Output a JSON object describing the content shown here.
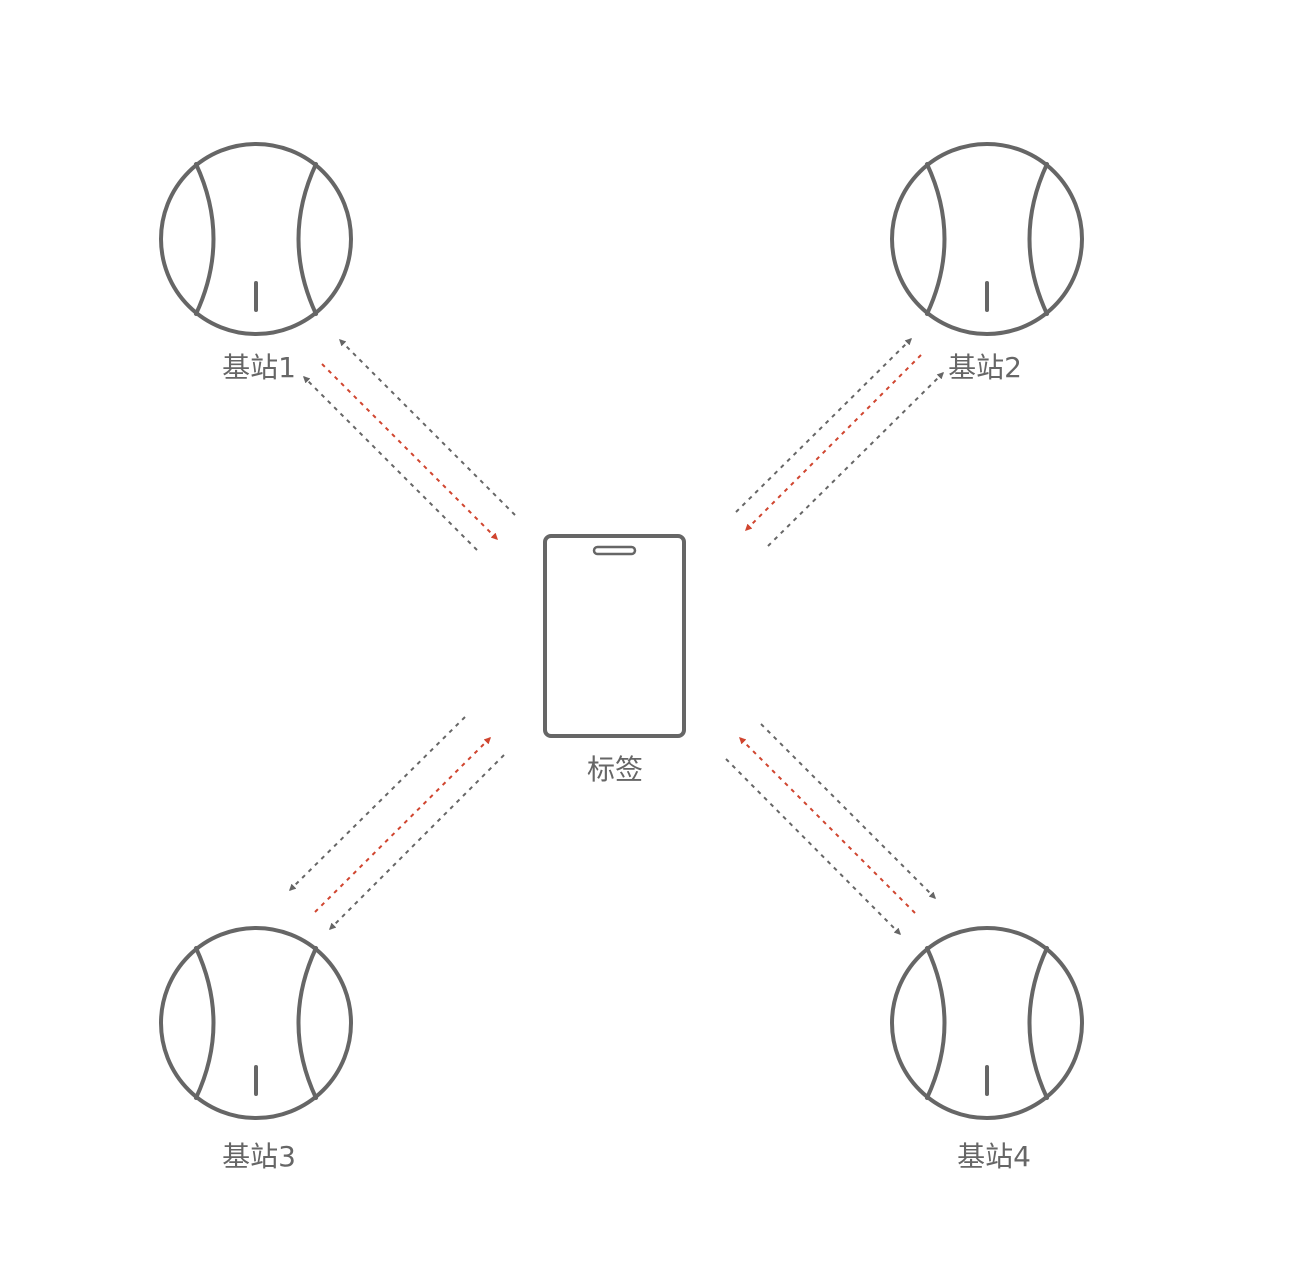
{
  "colors": {
    "outline": "#666666",
    "signal_gray": "#666666",
    "signal_red": "#d0452f",
    "background": "#ffffff"
  },
  "tag": {
    "label": "标签",
    "icon": "tag-card-icon"
  },
  "stations": [
    {
      "id": "1",
      "label": "基站1",
      "icon": "base-station-icon"
    },
    {
      "id": "2",
      "label": "基站2",
      "icon": "base-station-icon"
    },
    {
      "id": "3",
      "label": "基站3",
      "icon": "base-station-icon"
    },
    {
      "id": "4",
      "label": "基站4",
      "icon": "base-station-icon"
    }
  ]
}
